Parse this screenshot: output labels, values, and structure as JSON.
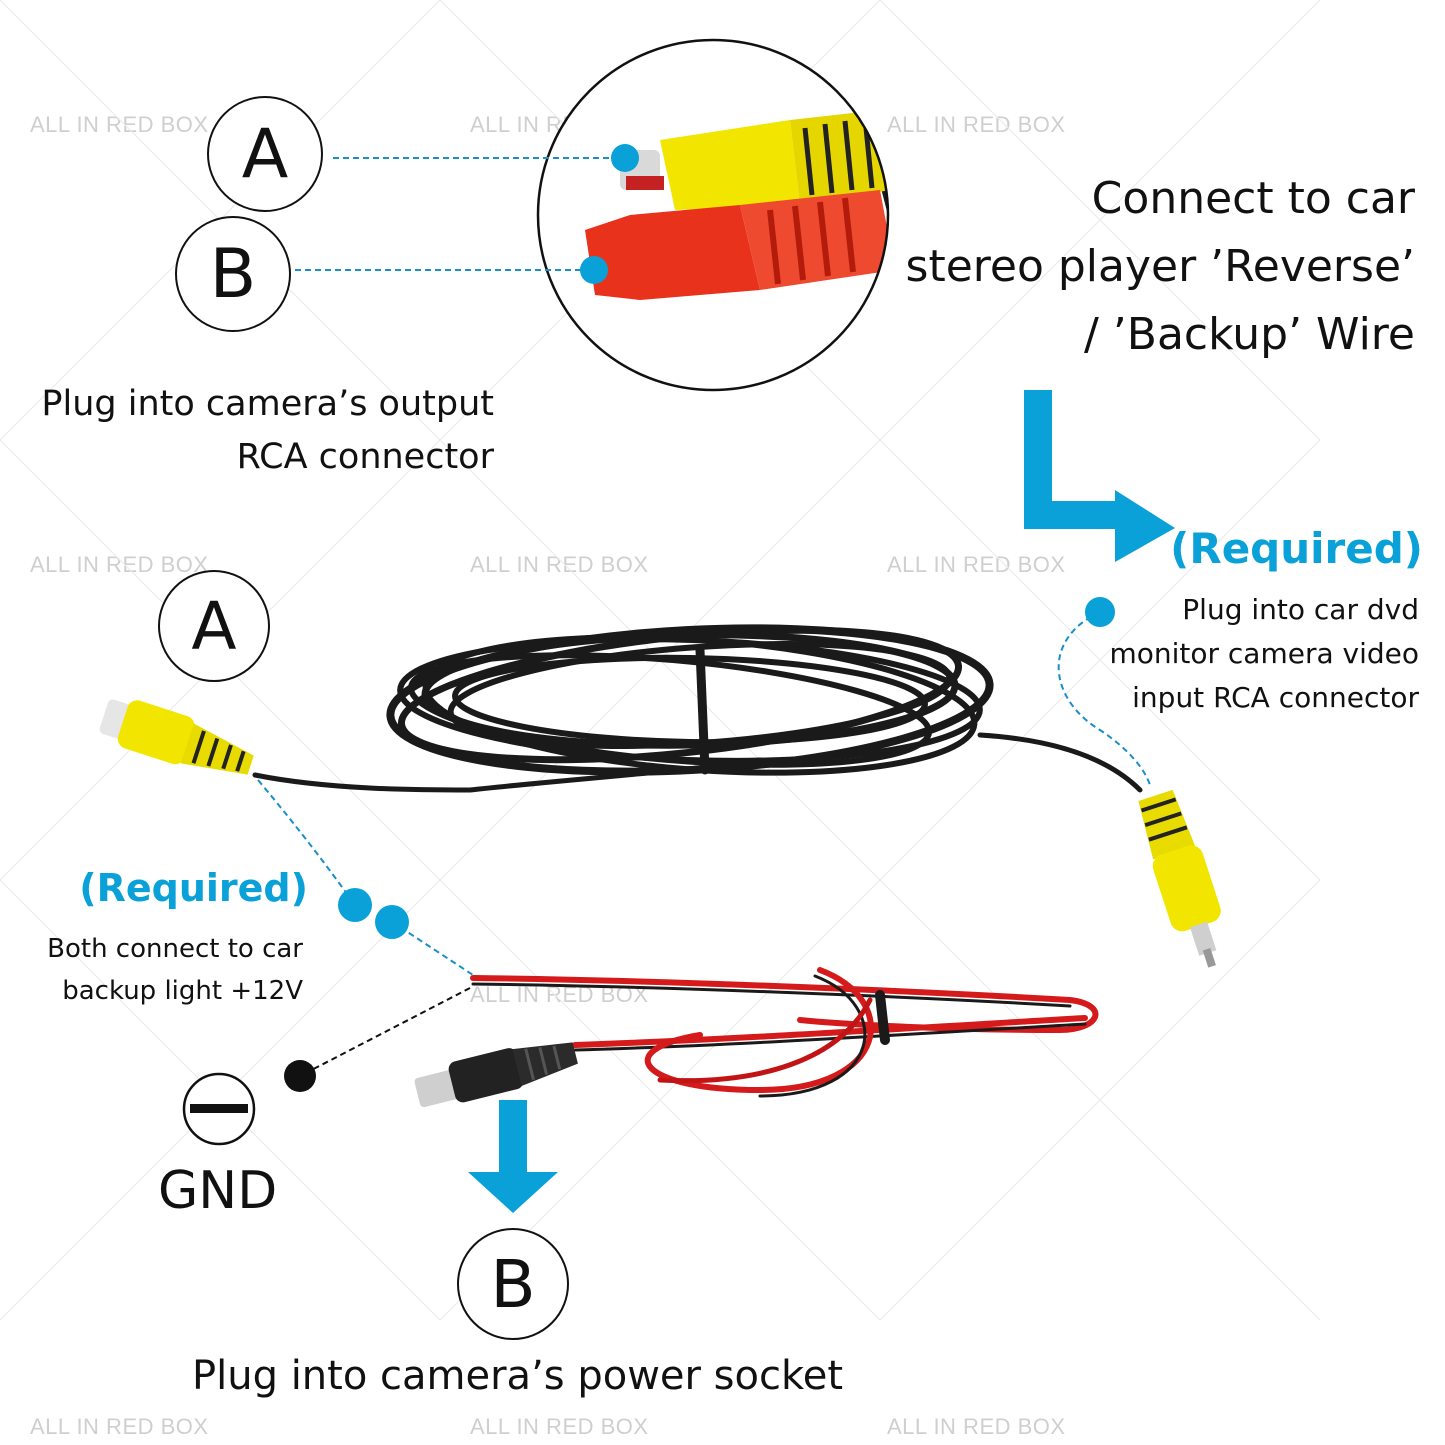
{
  "watermark": "ALL IN RED BOX",
  "colors": {
    "accent": "#0aa0d8",
    "yellow": "#f2e600",
    "red": "#e8321c",
    "cable": "#1a1a1a",
    "wire_red": "#d41a1a"
  },
  "badges": {
    "a_top": "A",
    "b_top": "B",
    "a_cable": "A",
    "b_power": "B"
  },
  "top_left_caption": [
    "Plug into camera’s output",
    "RCA connector"
  ],
  "top_right_caption": [
    "Connect to car",
    "stereo player ’Reverse’",
    "/ ’Backup’ Wire"
  ],
  "right_required": "(Required)",
  "right_caption": [
    "Plug into car dvd",
    "monitor camera video",
    "input RCA connector"
  ],
  "left_required": "(Required)",
  "left_caption": [
    "Both connect to car",
    "backup light +12V"
  ],
  "gnd_label": "GND",
  "bottom_caption": "Plug into camera’s power socket",
  "icons": [
    "arrow-right-bend-icon",
    "arrow-down-icon",
    "minus-circle-icon",
    "rca-connector-icon",
    "dc-power-plug-icon"
  ]
}
